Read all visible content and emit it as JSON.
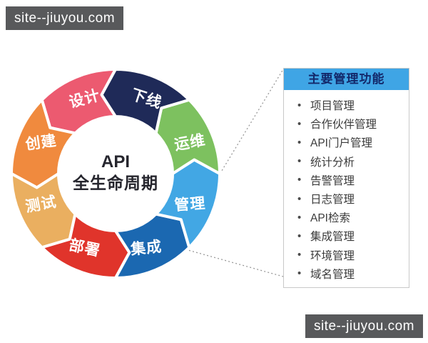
{
  "watermark": {
    "text": "site--jiuyou.com",
    "bg": "#58595b",
    "text_color": "#ffffff"
  },
  "wheel": {
    "center_line1": "API",
    "center_line2": "全生命周期",
    "center_text_color": "#26262e",
    "label_color": "#ffffff",
    "segments": [
      {
        "label": "设计",
        "color": "#EC5A70"
      },
      {
        "label": "创建",
        "color": "#F08A3E"
      },
      {
        "label": "测试",
        "color": "#EAAF60"
      },
      {
        "label": "部署",
        "color": "#E0342B"
      },
      {
        "label": "集成",
        "color": "#1B68B1"
      },
      {
        "label": "管理",
        "color": "#42A7E4"
      },
      {
        "label": "运维",
        "color": "#7DC15F"
      },
      {
        "label": "下线",
        "color": "#1F2A58"
      }
    ]
  },
  "callout": {
    "line_color": "#9a9a9a"
  },
  "panel": {
    "title": "主要管理功能",
    "header_bg": "#3FA5E5",
    "header_text_color": "#13286a",
    "items": [
      "项目管理",
      "合作伙伴管理",
      "API门户管理",
      "统计分析",
      "告警管理",
      "日志管理",
      "API检索",
      "集成管理",
      "环境管理",
      "域名管理"
    ]
  }
}
